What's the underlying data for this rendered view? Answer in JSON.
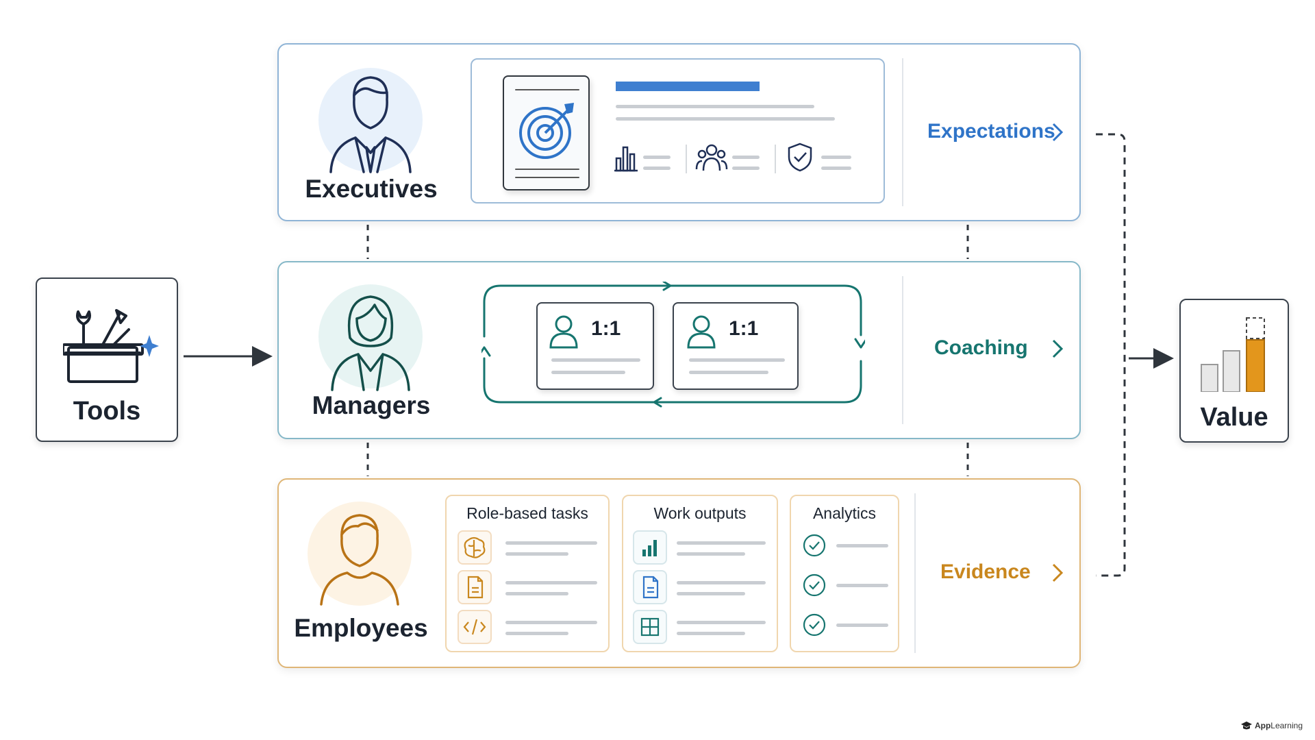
{
  "tools": {
    "label": "Tools"
  },
  "value": {
    "label": "Value"
  },
  "rows": {
    "executives": {
      "label": "Executives",
      "outcome": "Expectations"
    },
    "managers": {
      "label": "Managers",
      "outcome": "Coaching",
      "card_text": [
        "1:1",
        "1:1"
      ]
    },
    "employees": {
      "label": "Employees",
      "outcome": "Evidence",
      "panels": [
        "Role-based tasks",
        "Work outputs",
        "Analytics"
      ]
    }
  },
  "colors": {
    "exec_accent": "#2f74c8",
    "mgr_accent": "#16756f",
    "emp_accent": "#c9871e",
    "value_bar": "#e3961c"
  },
  "brand": {
    "name_bold": "App",
    "name_rest": "Learning"
  }
}
